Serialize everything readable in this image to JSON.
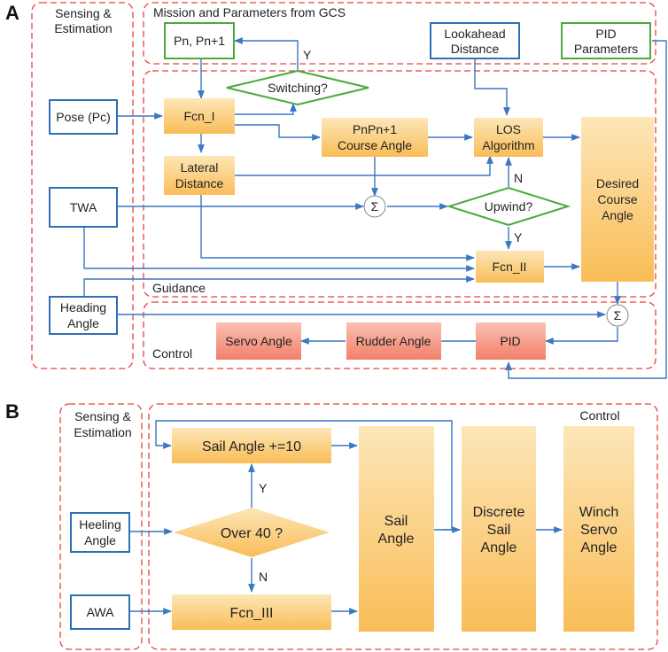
{
  "panel_a": {
    "letter": "A",
    "regions": {
      "sensing": [
        "Sensing &",
        "Estimation"
      ],
      "mission": "Mission and Parameters from GCS",
      "guidance": "Guidance",
      "control": "Control"
    },
    "nodes": {
      "pn": "Pn, Pn+1",
      "switching": "Switching?",
      "lookahead": [
        "Lookahead",
        "Distance"
      ],
      "pid_params": [
        "PID",
        "Parameters"
      ],
      "pose": "Pose (Pc)",
      "fcn1": "Fcn_I",
      "course": [
        "PnPn+1",
        "Course Angle"
      ],
      "los": [
        "LOS",
        "Algorithm"
      ],
      "desired": [
        "Desired",
        "Course",
        "Angle"
      ],
      "lateral": [
        "Lateral",
        "Distance"
      ],
      "twa": "TWA",
      "sigma1": "Σ",
      "upwind": "Upwind?",
      "fcn2": "Fcn_II",
      "heading": [
        "Heading",
        "Angle"
      ],
      "sigma2": "Σ",
      "servo": "Servo Angle",
      "rudder": "Rudder Angle",
      "pid": "PID"
    },
    "edge_labels": {
      "yes_switch": "Y",
      "no_upwind": "N",
      "yes_upwind": "Y"
    }
  },
  "panel_b": {
    "letter": "B",
    "regions": {
      "sensing": [
        "Sensing &",
        "Estimation"
      ],
      "control": "Control"
    },
    "nodes": {
      "sail_inc": "Sail Angle +=10",
      "heeling": [
        "Heeling",
        "Angle"
      ],
      "over40": "Over 40 ?",
      "awa": "AWA",
      "fcn3": "Fcn_III",
      "sail": [
        "Sail",
        "Angle"
      ],
      "discrete": [
        "Discrete",
        "Sail",
        "Angle"
      ],
      "winch": [
        "Winch",
        "Servo",
        "Angle"
      ]
    },
    "edge_labels": {
      "yes": "Y",
      "no": "N"
    }
  },
  "colors": {
    "blue_border": "#2e6fb5",
    "green_border": "#4aaa3c",
    "orange_fill": "#fbc56b",
    "red_fill": "#f58a76",
    "dashed_region": "#e8423f",
    "arrow": "#3a77c4"
  }
}
